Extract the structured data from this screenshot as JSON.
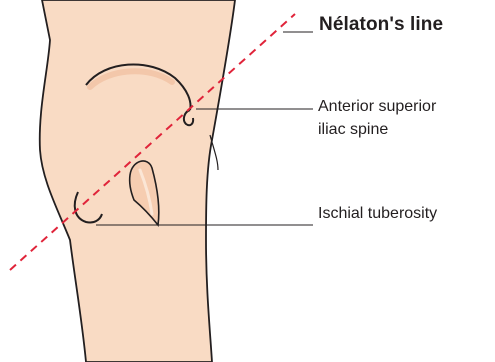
{
  "diagram": {
    "title": "Nélaton's line",
    "labels": {
      "anterior_superior_line1": "Anterior superior",
      "anterior_superior_line2": "iliac spine",
      "ischial_tuberosity": "Ischial tuberosity"
    },
    "colors": {
      "skin": "#f9dbc4",
      "outline": "#231f20",
      "line": "#e0243a"
    }
  }
}
